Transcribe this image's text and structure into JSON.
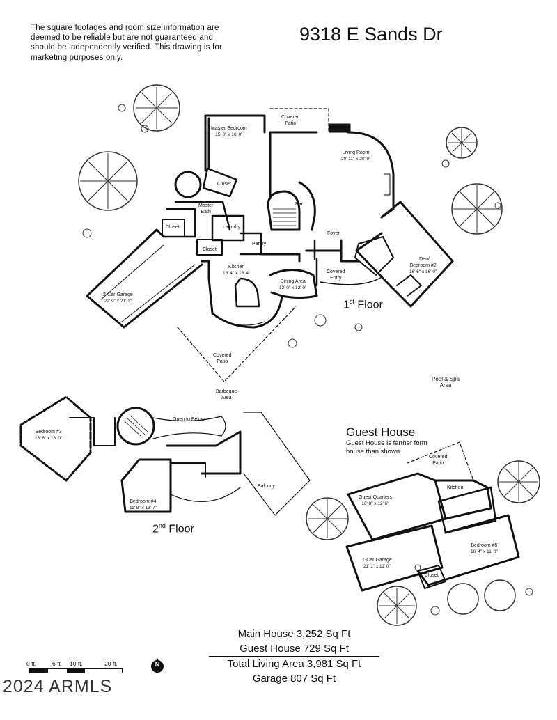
{
  "disclaimer": "The square footages and room size information are deemed to be reliable but are not guaranteed and should be independently verified. This drawing is for marketing purposes only.",
  "address": "9318 E Sands Dr",
  "floors": {
    "first": {
      "label": "1",
      "suffix": "st",
      "word": " Floor"
    },
    "second": {
      "label": "2",
      "suffix": "nd",
      "word": " Floor"
    }
  },
  "rooms_first_floor": {
    "covered_patio_top": "Covered\nPatio",
    "master_bedroom": {
      "name": "Master Bedroom",
      "size": "15' 0\" x 16' 0\""
    },
    "living_room": {
      "name": "Living Room",
      "size": "20' 11\" x 20' 9\""
    },
    "closet_a": "Closet",
    "master_bath": "Master\nBath",
    "bar": "Bar",
    "closet_b": "Closet",
    "laundry": "Laundry",
    "pantry": "Pantry",
    "foyer": "Foyer",
    "closet_c": "Closet",
    "kitchen": {
      "name": "Kitchen",
      "size": "18' 4\" x 18' 4\""
    },
    "dining_area": {
      "name": "Dining Area",
      "size": "12' 0\" x 12' 0\""
    },
    "covered_entry": "Covered\nEntry",
    "den": {
      "name": "Den/\nBedroom #2",
      "size": "16' 6\" x 16' 0\""
    },
    "garage": {
      "name": "2-Car Garage",
      "size": "22' 9\" x 21' 1\""
    },
    "covered_patio_bottom": "Covered\nPatio",
    "barbeque": "Barbeque\nArea",
    "pool": "Pool & Spa\nArea"
  },
  "rooms_second_floor": {
    "bedroom3": {
      "name": "Bedroom #3",
      "size": "13' 6\" x 13' 0\""
    },
    "open_below": "Open to Below",
    "balcony": "Balcony",
    "bedroom4": {
      "name": "Bedroom #4",
      "size": "11' 8\" x 13' 7\""
    }
  },
  "guest_house": {
    "title": "Guest House",
    "note": "Guest House is farther form house than shown",
    "covered_patio": "Covered\nPatio",
    "kitchen": "Kitchen",
    "guest_quarters": {
      "name": "Guest Quarters",
      "size": "16' 8\" x 12' 6\""
    },
    "garage": {
      "name": "1-Car Garage",
      "size": "21' 1\" x 11' 0\""
    },
    "bedroom5": {
      "name": "Bedroom #5",
      "size": "16' 4\" x 11' 0\""
    },
    "closet": "Closet"
  },
  "areas": {
    "main_house": "Main House 3,252 Sq Ft",
    "guest_house": "Guest House 729 Sq Ft",
    "total": "Total Living Area 3,981 Sq Ft",
    "garage": "Garage 807 Sq Ft"
  },
  "scale": {
    "t0": "0 ft.",
    "t1": "6 ft.",
    "t2": "10 ft.",
    "t3": "20 ft."
  },
  "north": "N",
  "copyright": "2024 ARMLS",
  "colors": {
    "ink": "#111111",
    "background": "#ffffff",
    "tree": "#333333"
  }
}
